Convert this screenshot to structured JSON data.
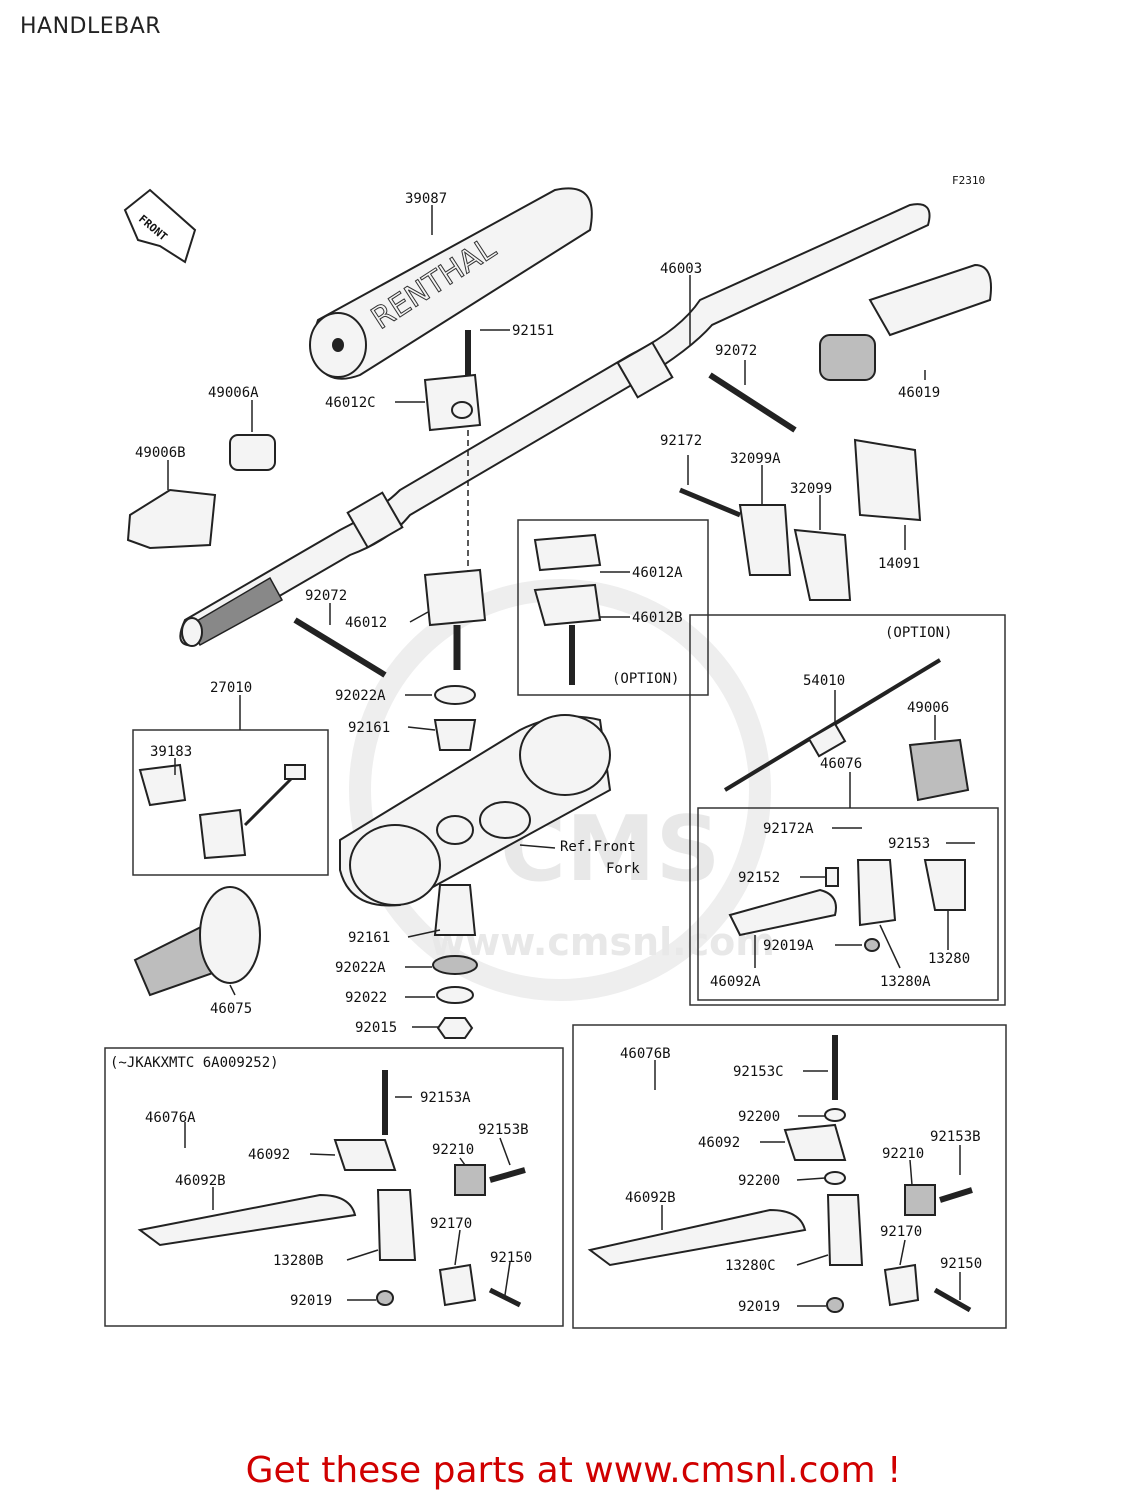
{
  "title": "HANDLEBAR",
  "figure_code": "F2310",
  "front_arrow": "FRONT",
  "pad_brand": "RENTHAL",
  "watermark": {
    "logo": "CMS",
    "url": "www.cmsnl.com"
  },
  "ref_front_fork": [
    "Ref.Front",
    "Fork"
  ],
  "labels": {
    "p39087": "39087",
    "p46003": "46003",
    "p92151": "92151",
    "p92072a": "92072",
    "p46012c": "46012C",
    "p49006a": "49006A",
    "p49006b": "49006B",
    "p46019": "46019",
    "p92172": "92172",
    "p32099a": "32099A",
    "p32099": "32099",
    "p14091": "14091",
    "p46012a": "46012A",
    "p46012b": "46012B",
    "p92072b": "92072",
    "p46012": "46012",
    "p27010": "27010",
    "p92022a_1": "92022A",
    "p92161_1": "92161",
    "p39183": "39183",
    "p46075": "46075",
    "p92161_2": "92161",
    "p92022a_2": "92022A",
    "p92022": "92022",
    "p92015": "92015",
    "p54010": "54010",
    "p49006": "49006",
    "p46076": "46076",
    "p92172a": "92172A",
    "p92153": "92153",
    "p92152": "92152",
    "p92019a": "92019A",
    "p13280": "13280",
    "p46092a": "46092A",
    "p13280a": "13280A",
    "p46076a": "46076A",
    "p92153a": "92153A",
    "p46092_l": "46092",
    "p92153b_l": "92153B",
    "p92210_l": "92210",
    "p46092b_l": "46092B",
    "p92170_l": "92170",
    "p13280b": "13280B",
    "p92150_l": "92150",
    "p92019_l": "92019",
    "p46076b": "46076B",
    "p92153c": "92153C",
    "p92200_1": "92200",
    "p46092_r": "46092",
    "p92153b_r": "92153B",
    "p92210_r": "92210",
    "p92200_2": "92200",
    "p46092b_r": "46092B",
    "p92170_r": "92170",
    "p13280c": "13280C",
    "p92150_r": "92150",
    "p92019_r": "92019"
  },
  "option_label_1": "(OPTION)",
  "option_label_2": "(OPTION)",
  "serial_note": "(~JKAKXMTC 6A009252)",
  "footer": "Get these parts at www.cmsnl.com !"
}
